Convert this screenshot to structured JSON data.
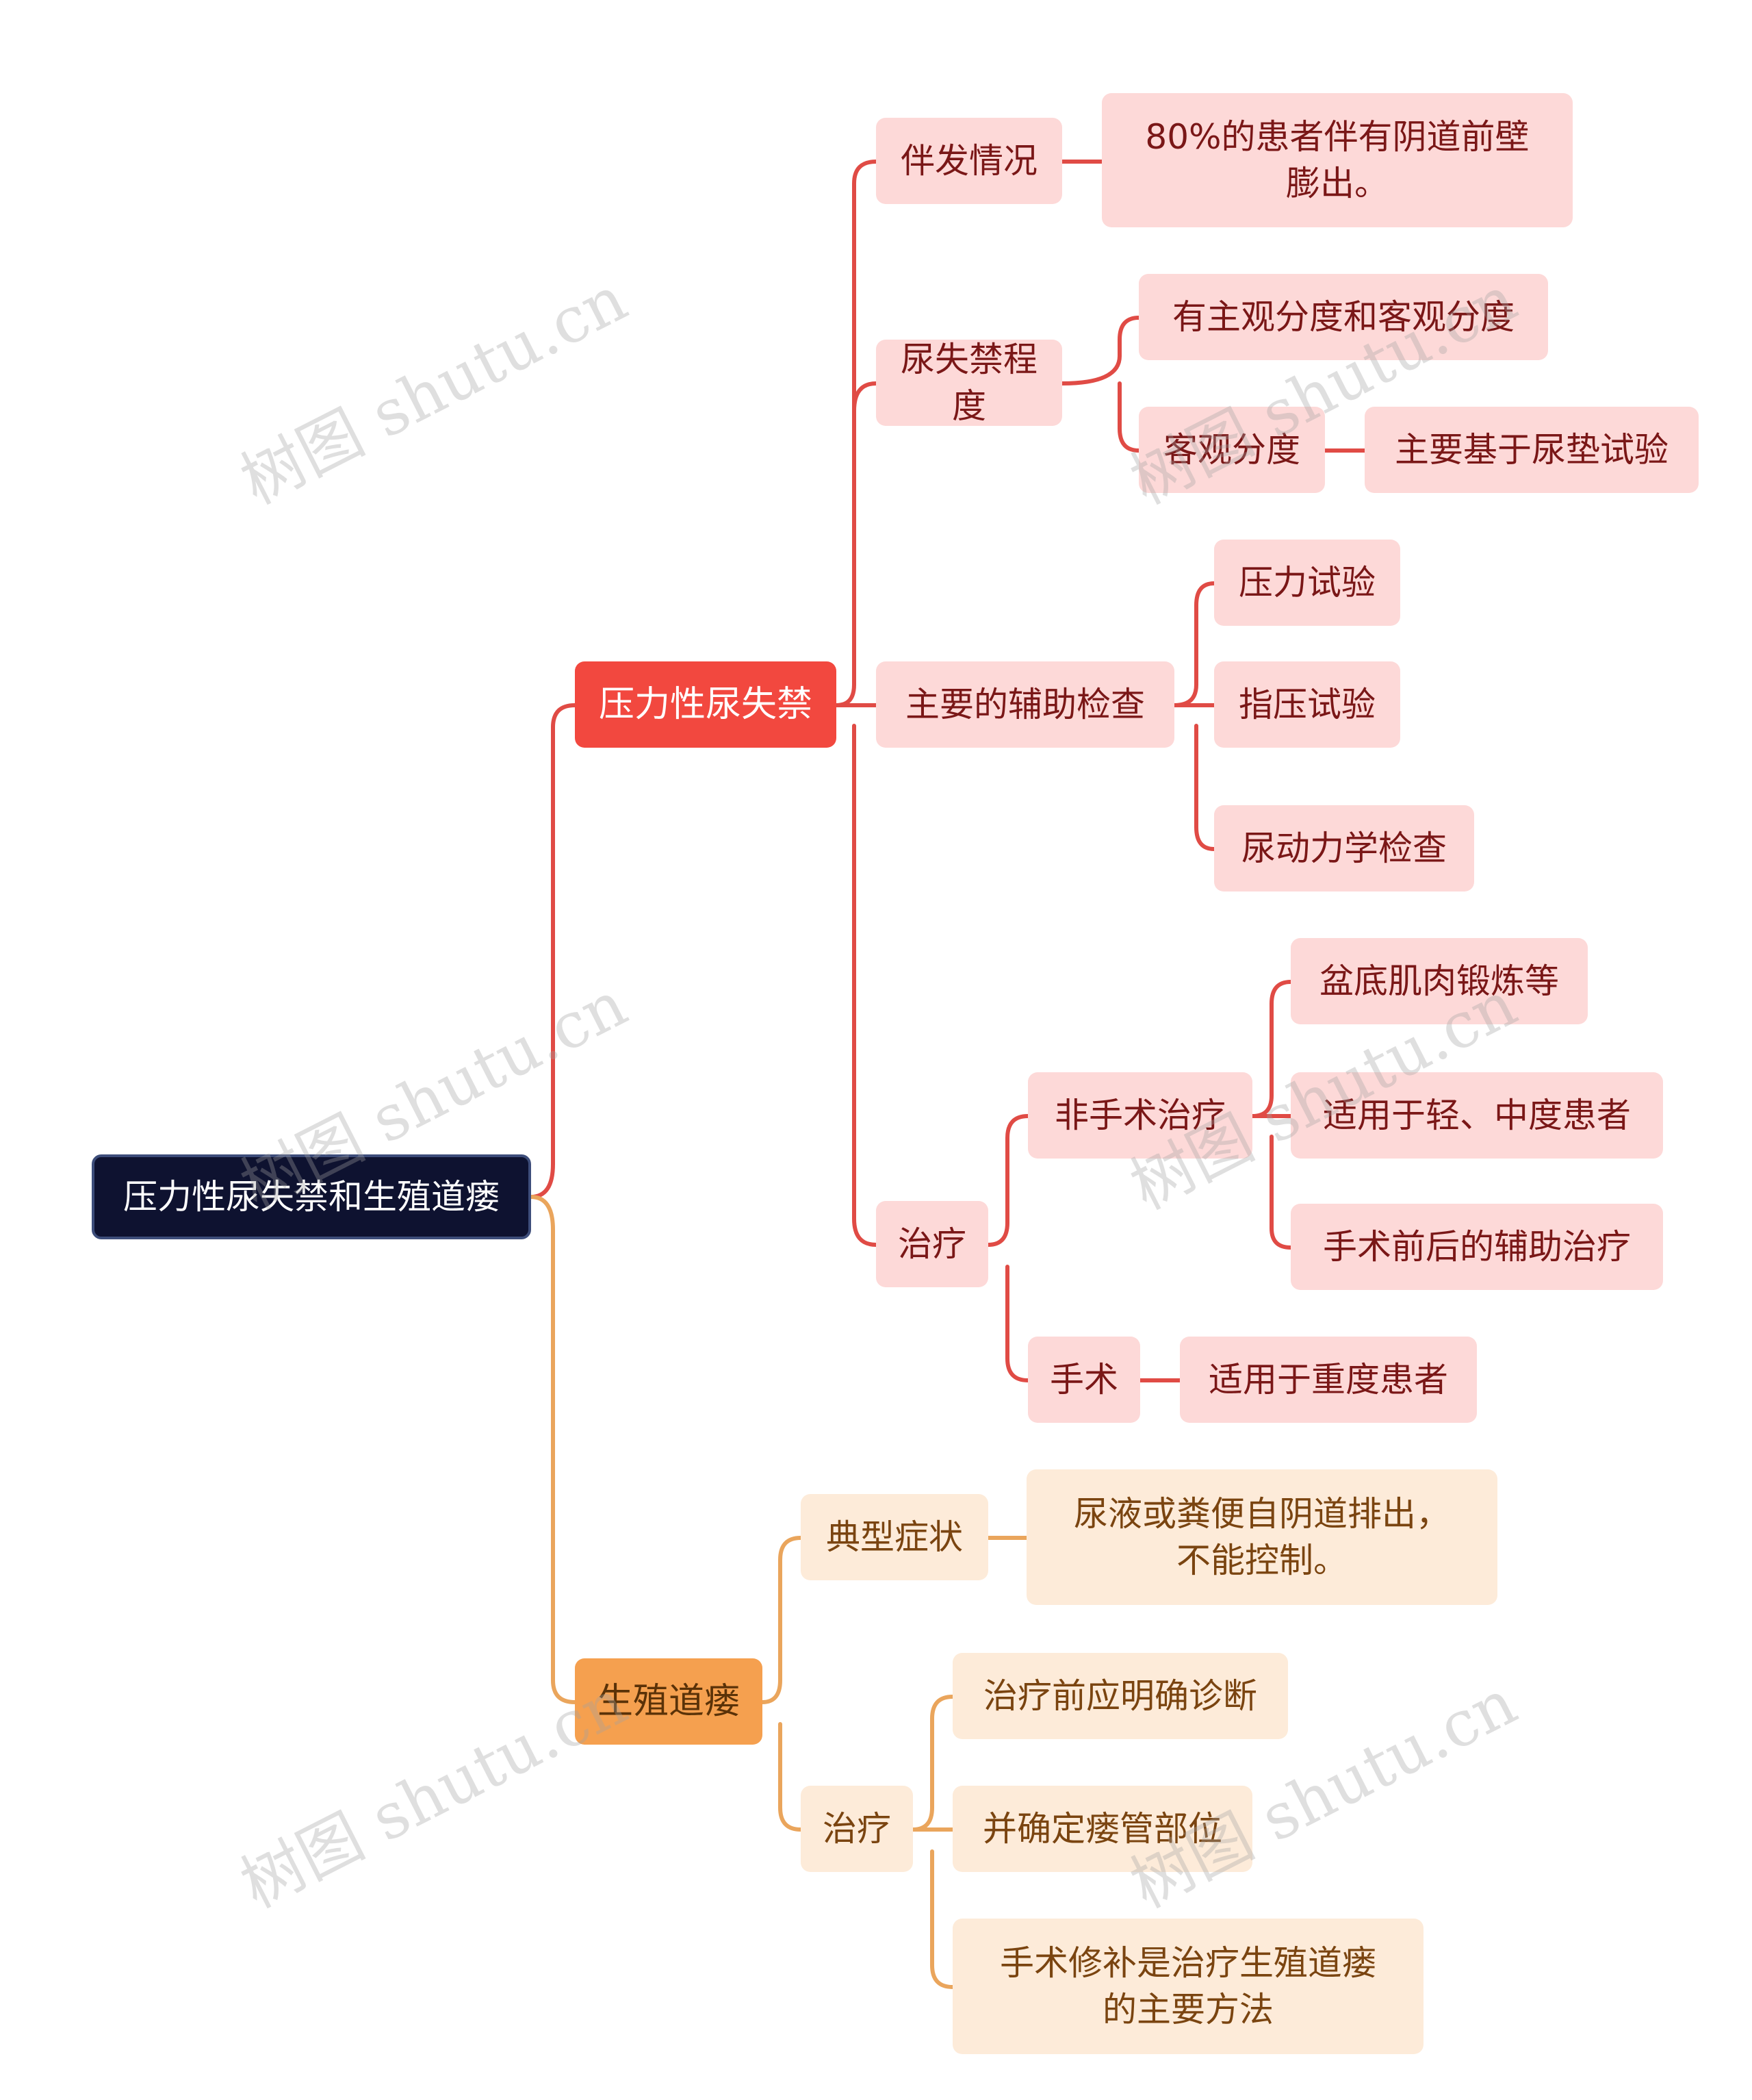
{
  "colors": {
    "root_bg": "#0e1230",
    "branch_red": "#f2483f",
    "branch_orange": "#f5a04f",
    "node_red_bg": "#fdd9d8",
    "node_orange_bg": "#fdebd9",
    "link_red": "#e04b45",
    "link_orange": "#eaa55c"
  },
  "root": {
    "label": "压力性尿失禁和生殖道瘘"
  },
  "branch1": {
    "label": "压力性尿失禁",
    "accompany": {
      "label": "伴发情况",
      "detail": "80%的患者伴有阴道前壁\n膨出。"
    },
    "degree": {
      "label": "尿失禁程度",
      "item1": "有主观分度和客观分度",
      "objective": {
        "label": "客观分度",
        "detail": "主要基于尿垫试验"
      }
    },
    "exams": {
      "label": "主要的辅助检查",
      "items": [
        "压力试验",
        "指压试验",
        "尿动力学检查"
      ]
    },
    "treatment": {
      "label": "治疗",
      "nonsurgical": {
        "label": "非手术治疗",
        "items": [
          "盆底肌肉锻炼等",
          "适用于轻、中度患者",
          "手术前后的辅助治疗"
        ]
      },
      "surgery": {
        "label": "手术",
        "detail": "适用于重度患者"
      }
    }
  },
  "branch2": {
    "label": "生殖道瘘",
    "symptom": {
      "label": "典型症状",
      "detail": "尿液或粪便自阴道排出，\n不能控制。"
    },
    "treatment": {
      "label": "治疗",
      "items": [
        "治疗前应明确诊断",
        "并确定瘘管部位",
        "手术修补是治疗生殖道瘘\n的主要方法"
      ]
    }
  },
  "watermark": "树图 shutu.cn"
}
